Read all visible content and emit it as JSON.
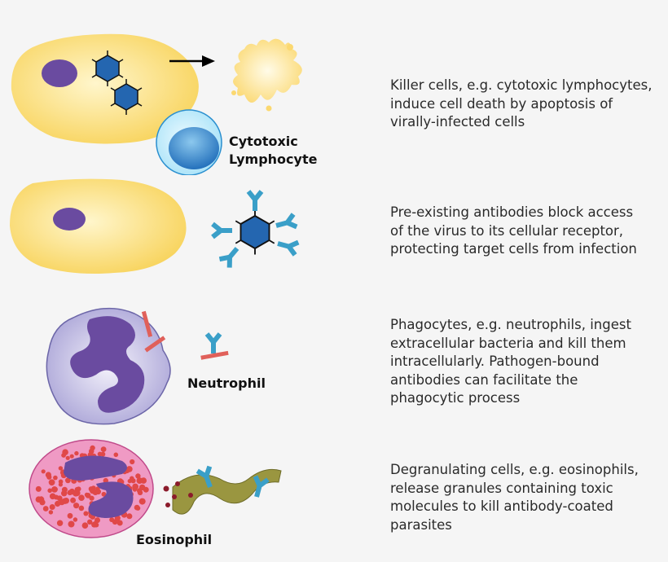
{
  "panels": [
    {
      "label": "Cytotoxic\nLymphocyte",
      "description": "Killer cells, e.g. cytotoxic lymphocytes,\ninduce cell death by apoptosis of\nvirally-infected cells"
    },
    {
      "label": "",
      "description": "Pre-existing antibodies block access\nof the virus to its cellular receptor,\nprotecting target cells from infection"
    },
    {
      "label": "Neutrophil",
      "description": "Phagocytes, e.g. neutrophils, ingest\nextracellular bacteria and kill them\nintracellularly. Pathogen-bound\nantibodies can facilitate the\nphagocytic process"
    },
    {
      "label": "Eosinophil",
      "description": "Degranulating cells, e.g. eosinophils,\nrelease granules containing toxic\nmolecules to kill antibody-coated\nparasites"
    }
  ],
  "colors": {
    "target_cell": "#f8d45e",
    "nucleus": "#6a4ba0",
    "virus": "#2466b0",
    "antibody": "#3a9fc8",
    "neutrophil": "#b5b0dc",
    "bacteria_fragment": "#e0605a",
    "eosinophil": "#ef9ac4",
    "granule": "#e04848",
    "parasite": "#9a9640"
  },
  "icons": [
    "arrow-right-icon"
  ]
}
